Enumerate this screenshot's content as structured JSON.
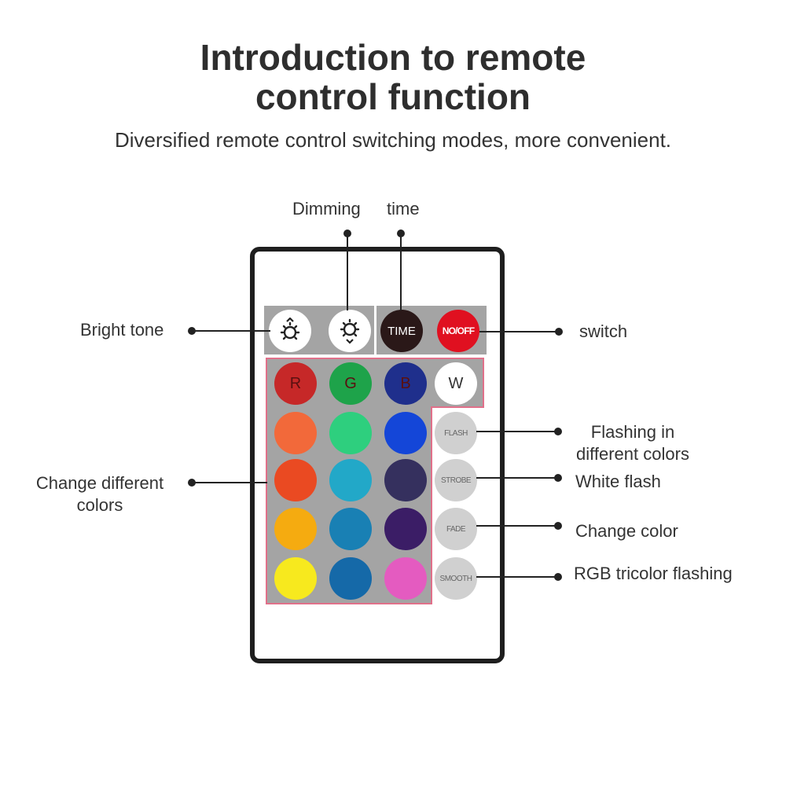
{
  "header": {
    "title_line1": "Introduction to remote",
    "title_line2": "control function",
    "subtitle": "Diversified remote control switching modes, more convenient."
  },
  "labels": {
    "dimming": "Dimming",
    "time": "time",
    "bright_tone": "Bright tone",
    "switch": "switch",
    "flashing_line1": "Flashing in",
    "flashing_line2": "different colors",
    "white_flash": "White flash",
    "change_color": "Change color",
    "rgb_flashing": "RGB tricolor flashing",
    "change_colors_line1": "Change different",
    "change_colors_line2": "colors"
  },
  "remote": {
    "top_buttons": [
      {
        "id": "bright-up",
        "icon": "sun-up-icon"
      },
      {
        "id": "bright-down",
        "icon": "sun-down-icon"
      },
      {
        "id": "time",
        "label": "TIME",
        "color": "#2a1818"
      },
      {
        "id": "onoff",
        "label": "NO/OFF",
        "color": "#e01020"
      }
    ],
    "color_rows": [
      [
        {
          "label": "R",
          "color": "#c62828"
        },
        {
          "label": "G",
          "color": "#1ea34a"
        },
        {
          "label": "B",
          "color": "#1f2f8c"
        },
        {
          "label": "W",
          "color": "#ffffff"
        }
      ],
      [
        {
          "color": "#f2693a"
        },
        {
          "color": "#2ecf7e"
        },
        {
          "color": "#1446d8"
        }
      ],
      [
        {
          "color": "#ea4a22"
        },
        {
          "color": "#22a8c8"
        },
        {
          "color": "#35305e"
        }
      ],
      [
        {
          "color": "#f5ab10"
        },
        {
          "color": "#1980b4"
        },
        {
          "color": "#3b1d66"
        }
      ],
      [
        {
          "color": "#f7e91e"
        },
        {
          "color": "#1569a8"
        },
        {
          "color": "#e45bc0"
        }
      ]
    ],
    "mode_buttons": [
      "FLASH",
      "STROBE",
      "FADE",
      "SMOOTH"
    ],
    "mode_color": "#d0d0d0"
  }
}
